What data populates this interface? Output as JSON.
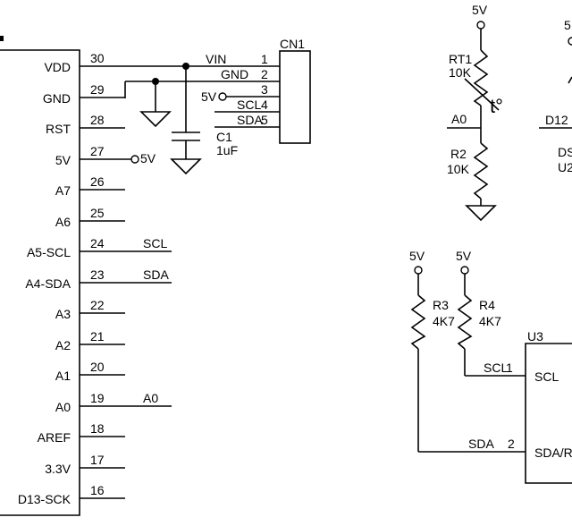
{
  "mcu": {
    "pins": [
      {
        "name": "VDD",
        "num": "30"
      },
      {
        "name": "GND",
        "num": "29"
      },
      {
        "name": "RST",
        "num": "28"
      },
      {
        "name": "5V",
        "num": "27"
      },
      {
        "name": "A7",
        "num": "26"
      },
      {
        "name": "A6",
        "num": "25"
      },
      {
        "name": "A5-SCL",
        "num": "24",
        "net": "SCL"
      },
      {
        "name": "A4-SDA",
        "num": "23",
        "net": "SDA"
      },
      {
        "name": "A3",
        "num": "22"
      },
      {
        "name": "A2",
        "num": "21"
      },
      {
        "name": "A1",
        "num": "20"
      },
      {
        "name": "A0",
        "num": "19",
        "net": "A0"
      },
      {
        "name": "AREF",
        "num": "18"
      },
      {
        "name": "3.3V",
        "num": "17"
      },
      {
        "name": "D13-SCK",
        "num": "16"
      }
    ],
    "pin27_label": "5V"
  },
  "cn1": {
    "ref": "CN1",
    "pins": [
      {
        "num": "1",
        "net": "VIN"
      },
      {
        "num": "2",
        "net": "GND"
      },
      {
        "num": "3",
        "net": "5V"
      },
      {
        "num": "4",
        "net": "SCL"
      },
      {
        "num": "5",
        "net": "SDA"
      }
    ]
  },
  "c1": {
    "ref": "C1",
    "value": "1uF"
  },
  "rt1": {
    "ref": "RT1",
    "value": "10K",
    "temp_symbol": "t°",
    "supply": "5V",
    "net": "A0"
  },
  "r2": {
    "ref": "R2",
    "value": "10K"
  },
  "r3": {
    "ref": "R3",
    "value": "4K7",
    "supply": "5V"
  },
  "r4": {
    "ref": "R4",
    "value": "4K7",
    "supply": "5V"
  },
  "u3": {
    "ref": "U3",
    "pins": [
      {
        "name": "SCL",
        "num": "1",
        "net": "SCL"
      },
      {
        "name": "SDA/R",
        "num": "2",
        "net": "SDA"
      }
    ]
  },
  "right_edge": {
    "supply": "5",
    "net": "D12",
    "part_line1": "DS",
    "part_line2": "U2"
  }
}
